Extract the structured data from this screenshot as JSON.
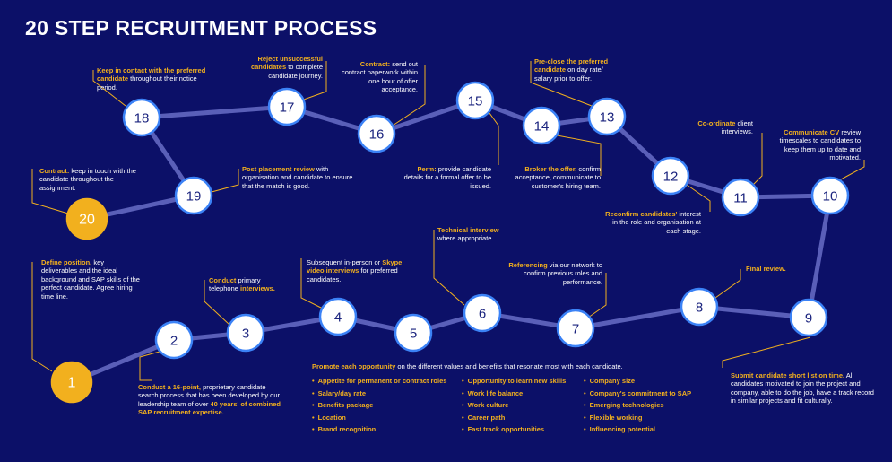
{
  "title": "20 STEP RECRUITMENT PROCESS",
  "steps": [
    {
      "n": 1,
      "hl": "Define position,",
      "text": " key deliverables and the ideal background and SAP skills of the perfect candidate. Agree hiring time line."
    },
    {
      "n": 2,
      "hl": "Conduct a 16-point,",
      "text": " proprietary candidate search process that has been developed by our leadership team of over ",
      "hl2": "40 years' of combined SAP recruitment expertise."
    },
    {
      "n": 3,
      "hl": "Conduct",
      "text": " primary telephone ",
      "hl2": "interviews."
    },
    {
      "n": 4,
      "pre": "Subsequent in-person or ",
      "hl": "Skype video interviews",
      "text": " for preferred candidates."
    },
    {
      "n": 5
    },
    {
      "n": 6,
      "hl": "Technical interview",
      "text": " where appropriate."
    },
    {
      "n": 7,
      "hl": "Referencing",
      "text": " via our network to confirm previous roles and performance."
    },
    {
      "n": 8,
      "hl": "Final review."
    },
    {
      "n": 9,
      "hl": "Submit candidate short list on time.",
      "text": " All candidates motivated to join the project and company, able to do the job, have a track record in similar projects and fit culturally."
    },
    {
      "n": 10,
      "hl": "Communicate CV",
      "text": " review timescales to candidates to keep them up to date and motivated."
    },
    {
      "n": 11,
      "hl": "Co-ordinate",
      "text": " client interviews."
    },
    {
      "n": 12,
      "hl": "Reconfirm candidates'",
      "text": " interest in the role and organisation at each stage."
    },
    {
      "n": 13,
      "hl": "Pre-close the preferred candidate",
      "text": " on day rate/ salary prior to offer."
    },
    {
      "n": 14,
      "hl": "Broker the offer,",
      "text": " confirm acceptance, communicate to customer's hiring team."
    },
    {
      "n": 15,
      "hl": "Perm:",
      "text": " provide candidate details for a formal offer to be issued."
    },
    {
      "n": 16,
      "hl": "Contract:",
      "text": " send out contract paperwork within one hour of offer acceptance."
    },
    {
      "n": 17,
      "hl": "Reject unsuccessful candidates",
      "text": " to complete candidate journey."
    },
    {
      "n": 18,
      "hl": "Keep in contact with the preferred candidate",
      "text": " throughout their notice period."
    },
    {
      "n": 19,
      "hl": "Post placement review",
      "text": " with organisation and candidate to ensure that the match is good."
    },
    {
      "n": 20,
      "hl": "Contract:",
      "text": " keep in touch with the candidate throughout the assignment."
    }
  ],
  "promotion": {
    "hl": "Promote each opportunity",
    "text": " on the different values and benefits that resonate most with each candidate.",
    "columns": [
      [
        "Appetite for permanent or contract roles",
        "Salary/day rate",
        "Benefits package",
        "Location",
        "Brand recognition"
      ],
      [
        "Opportunity to learn new skills",
        "Work life balance",
        "Work culture",
        "Career path",
        "Fast track opportunities"
      ],
      [
        "Company size",
        "Company's commitment to SAP",
        "Emerging technologies",
        "Flexible working",
        "Influencing potential"
      ]
    ]
  },
  "colors": {
    "background": "#0c1068",
    "accent": "#f2b01e",
    "node_border": "#3b82f6",
    "path": "#5a5fb8"
  }
}
